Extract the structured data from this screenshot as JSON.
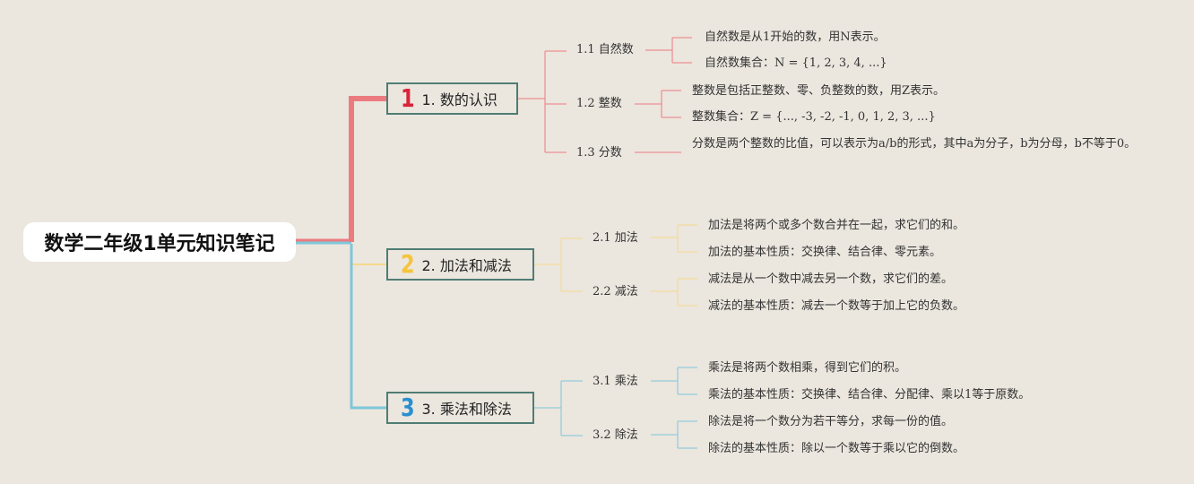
{
  "root": {
    "title": "数学二年级1单元知识笔记"
  },
  "colors": {
    "background": "#ebe6de",
    "branch1": "#ec7b80",
    "branch2": "#f6d98c",
    "branch3": "#7ec7d9",
    "icon1": "#d9233a",
    "icon2": "#f5c43b",
    "icon3": "#2a8fd0",
    "topic_border": "#4f7d74"
  },
  "branches": [
    {
      "number": "1",
      "icon": "number-one-icon",
      "label": "1. 数的认识",
      "subtopics": [
        {
          "label": "1.1 自然数",
          "notes": [
            "自然数是从1开始的数，用N表示。",
            "自然数集合：N = {1, 2, 3, 4, ...}"
          ]
        },
        {
          "label": "1.2 整数",
          "notes": [
            "整数是包括正整数、零、负整数的数，用Z表示。",
            "整数集合：Z = {..., -3, -2, -1, 0, 1, 2, 3, ...}"
          ]
        },
        {
          "label": "1.3 分数",
          "notes": [
            "分数是两个整数的比值，可以表示为a/b的形式，其中a为分子，b为分母，b不等于0。"
          ]
        }
      ]
    },
    {
      "number": "2",
      "icon": "number-two-icon",
      "label": "2. 加法和减法",
      "subtopics": [
        {
          "label": "2.1 加法",
          "notes": [
            "加法是将两个或多个数合并在一起，求它们的和。",
            "加法的基本性质：交换律、结合律、零元素。"
          ]
        },
        {
          "label": "2.2 减法",
          "notes": [
            "减法是从一个数中减去另一个数，求它们的差。",
            "减法的基本性质：减去一个数等于加上它的负数。"
          ]
        }
      ]
    },
    {
      "number": "3",
      "icon": "number-three-icon",
      "label": "3. 乘法和除法",
      "subtopics": [
        {
          "label": "3.1 乘法",
          "notes": [
            "乘法是将两个数相乘，得到它们的积。",
            "乘法的基本性质：交换律、结合律、分配律、乘以1等于原数。"
          ]
        },
        {
          "label": "3.2 除法",
          "notes": [
            "除法是将一个数分为若干等分，求每一份的值。",
            "除法的基本性质：除以一个数等于乘以它的倒数。"
          ]
        }
      ]
    }
  ]
}
